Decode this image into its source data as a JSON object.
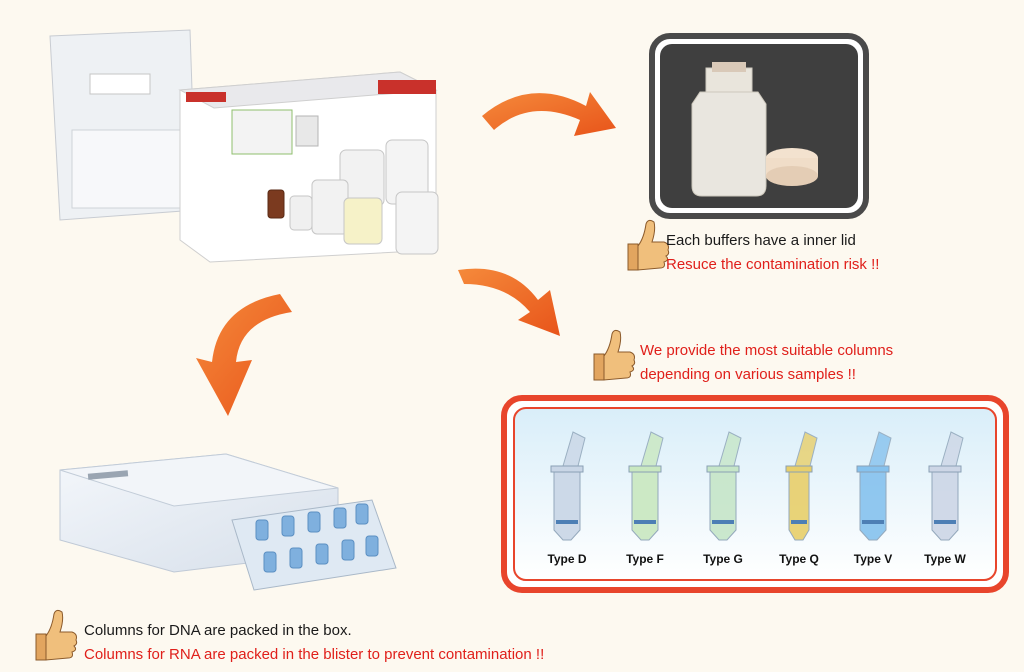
{
  "colors": {
    "background": "#fdf9f0",
    "arrow_orange": "#f26a22",
    "highlight_red": "#e0201b",
    "panel_dark": "#4a4a4a",
    "frame_red": "#e8452c",
    "panel_blue": "#cfe7f6"
  },
  "icons": {
    "thumb": "thumbs-up-icon",
    "arrow": "curved-arrow-icon"
  },
  "lid_note": {
    "line1": "Each buffers have a inner lid",
    "line2": "Resuce the contamination risk !!"
  },
  "columns_note": {
    "line1": "We provide the most suitable columns",
    "line2": "depending on  various samples !!"
  },
  "packing_note": {
    "line1": "Columns for DNA are packed in the box.",
    "line2": "Columns for RNA are packed in the blister to prevent contamination !!"
  },
  "column_types": [
    {
      "label": "Type D",
      "color": "#c9d6e6"
    },
    {
      "label": "Type F",
      "color": "#c9e8c0"
    },
    {
      "label": "Type G",
      "color": "#c6e6c8"
    },
    {
      "label": "Type Q",
      "color": "#e8cf6a"
    },
    {
      "label": "Type V",
      "color": "#86c2ee"
    },
    {
      "label": "Type W",
      "color": "#cdd6e6"
    }
  ]
}
